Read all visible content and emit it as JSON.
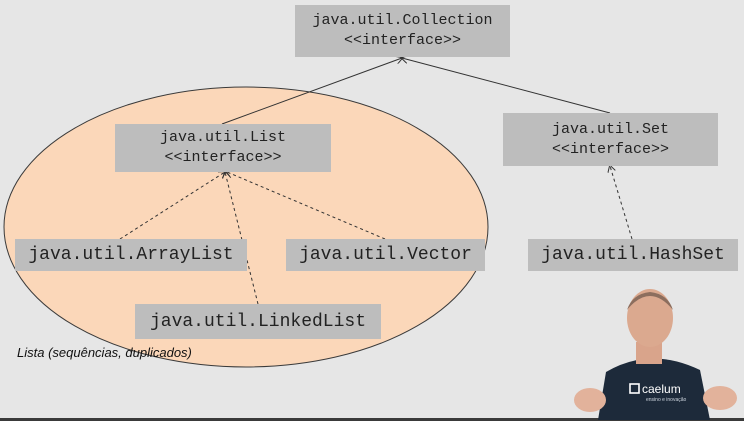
{
  "nodes": {
    "collection": {
      "name": "java.util.Collection",
      "stereotype": "<<interface>>"
    },
    "list": {
      "name": "java.util.List",
      "stereotype": "<<interface>>"
    },
    "set": {
      "name": "java.util.Set",
      "stereotype": "<<interface>>"
    },
    "arraylist": {
      "name": "java.util.ArrayList"
    },
    "vector": {
      "name": "java.util.Vector"
    },
    "linkedlist": {
      "name": "java.util.LinkedList"
    },
    "hashset": {
      "name": "java.util.HashSet"
    }
  },
  "group_caption": "Lista (sequências, duplicados)",
  "presenter": {
    "shirt_logo": "caelum",
    "shirt_tagline": "ensino e inovação"
  },
  "colors": {
    "slide_bg": "#e6e6e6",
    "box_fill": "#bdbdbd",
    "ellipse_fill": "#fbd7b9",
    "line": "#333333"
  }
}
